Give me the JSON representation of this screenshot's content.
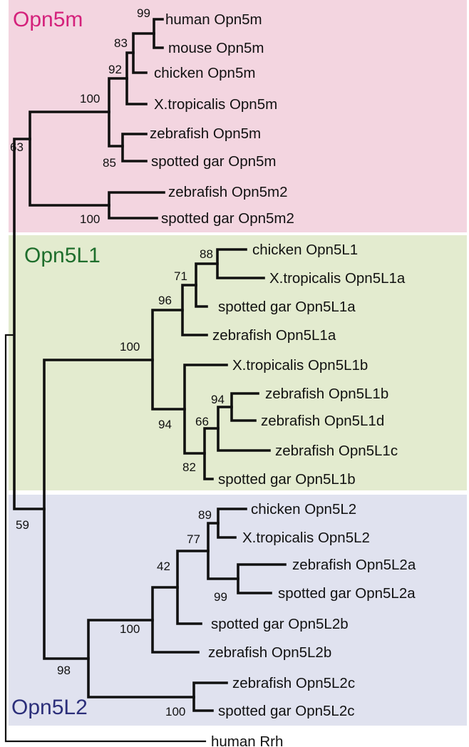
{
  "colors": {
    "opn5m_bg": "#f3d5e0",
    "opn5l1_bg": "#e3ebcf",
    "opn5l2_bg": "#e0e2ef",
    "opn5m_text": "#d4217b",
    "opn5l1_text": "#1e6e2c",
    "opn5l2_text": "#2c2f7a",
    "line": "#111111"
  },
  "clades": {
    "opn5m": "Opn5m",
    "opn5l1": "Opn5L1",
    "opn5l2": "Opn5L2"
  },
  "leaves": {
    "human_opn5m": "human Opn5m",
    "mouse_opn5m": "mouse Opn5m",
    "chicken_opn5m": "chicken Opn5m",
    "xt_opn5m": "X.tropicalis Opn5m",
    "zf_opn5m": "zebrafish Opn5m",
    "sg_opn5m": "spotted gar Opn5m",
    "zf_opn5m2": "zebrafish Opn5m2",
    "sg_opn5m2": "spotted gar Opn5m2",
    "chicken_opn5l1": "chicken Opn5L1",
    "xt_opn5l1a": "X.tropicalis Opn5L1a",
    "sg_opn5l1a": "spotted gar Opn5L1a",
    "zf_opn5l1a": "zebrafish Opn5L1a",
    "xt_opn5l1b": "X.tropicalis Opn5L1b",
    "zf_opn5l1b": "zebrafish Opn5L1b",
    "zf_opn5l1d": "zebrafish Opn5L1d",
    "zf_opn5l1c": "zebrafish Opn5L1c",
    "sg_opn5l1b": "spotted gar Opn5L1b",
    "chicken_opn5l2": "chicken Opn5L2",
    "xt_opn5l2": "X.tropicalis Opn5L2",
    "zf_opn5l2a": "zebrafish Opn5L2a",
    "sg_opn5l2a": "spotted gar Opn5L2a",
    "sg_opn5l2b": "spotted gar Opn5L2b",
    "zf_opn5l2b": "zebrafish Opn5L2b",
    "zf_opn5l2c": "zebrafish Opn5L2c",
    "sg_opn5l2c": "spotted gar Opn5L2c",
    "human_rrh": "human Rrh"
  },
  "bootstrap": {
    "human_mouse_opn5m": "99",
    "mammal_opn5m": "83",
    "amniote_opn5m": "92",
    "tetrapod_opn5m": "100",
    "fish_opn5m": "85",
    "opn5m2": "100",
    "opn5m_all": "63",
    "chicken_xt_l1a": "88",
    "l1a_tetrapod_gar": "71",
    "l1a_all": "96",
    "l1_all": "100",
    "zf_l1b_d": "94",
    "zf_l1_group": "66",
    "l1b_fish": "82",
    "l1b_all": "94",
    "chicken_xt_l2": "89",
    "l2a_fish": "99",
    "l2a_all": "77",
    "l2a_sg_l2b": "42",
    "l2ab": "100",
    "l2c": "100",
    "l2_all": "98",
    "l1_l2": "59"
  }
}
